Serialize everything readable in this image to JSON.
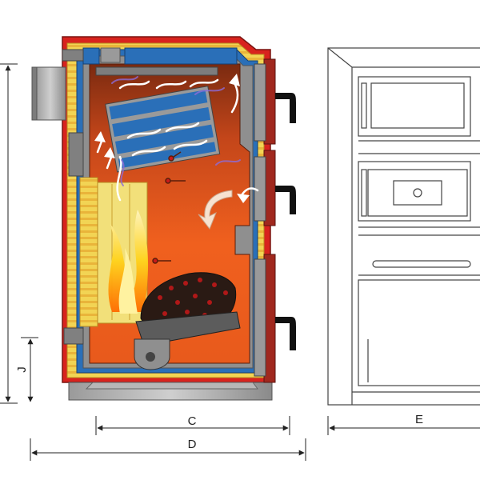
{
  "dimensions": {
    "c": "C",
    "d": "D",
    "e": "E",
    "j": "J"
  },
  "colors": {
    "chamber": "#e8501c",
    "chamber_dark": "#8a2d10",
    "casing": "#d8231e",
    "insulation": "#f2d454",
    "water_jacket": "#2a6fb8",
    "steel": "#8c8c8c",
    "coal": "#2a1a14",
    "flame": "#ffd21a"
  }
}
